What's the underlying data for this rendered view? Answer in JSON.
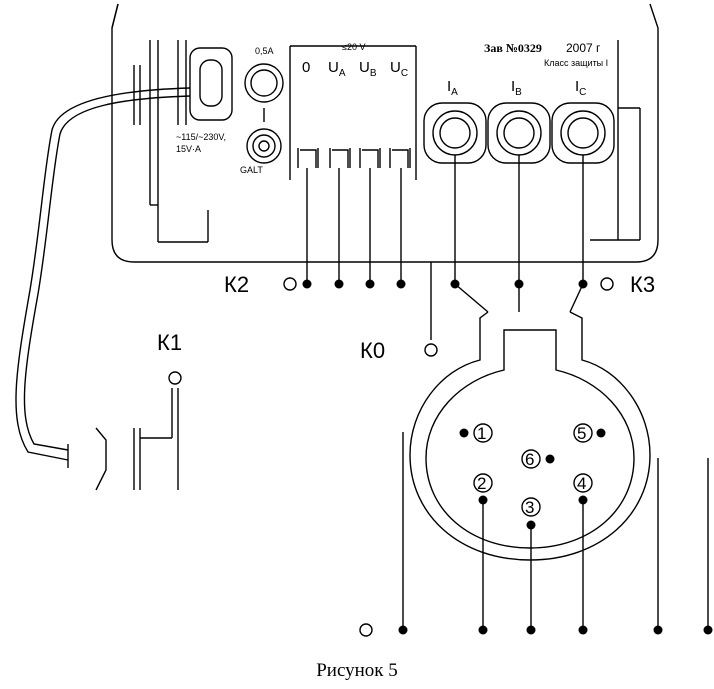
{
  "panel": {
    "voltage_range": "≤20 V",
    "serial": "Зав №0329",
    "year": "2007 г",
    "protection_class": "Класс защиты I",
    "fuse_rating": "0,5А",
    "power_spec_1": "~115/~230V,",
    "power_spec_2": "15V·A",
    "ground_label": "GALT",
    "voltage_terminals": [
      {
        "main": "0",
        "sub": ""
      },
      {
        "main": "U",
        "sub": "A"
      },
      {
        "main": "U",
        "sub": "B"
      },
      {
        "main": "U",
        "sub": "C"
      }
    ],
    "current_terminals": [
      {
        "main": "I",
        "sub": "A"
      },
      {
        "main": "I",
        "sub": "B"
      },
      {
        "main": "I",
        "sub": "C"
      }
    ]
  },
  "labels": {
    "k0": "К0",
    "k1": "К1",
    "k2": "К2",
    "k3": "К3"
  },
  "connector": {
    "pins": [
      "1",
      "2",
      "3",
      "4",
      "5",
      "6"
    ]
  },
  "caption": "Рисунок 5"
}
